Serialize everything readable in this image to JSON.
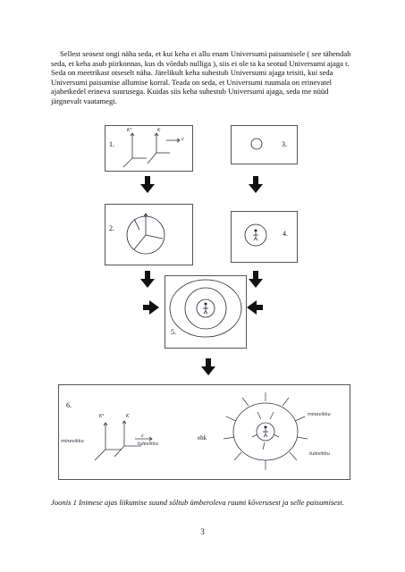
{
  "paragraph": "Sellest seosest ongi näha seda, et kui keha ei allu enam Universumi paisumisele ( see tähendab seda, et keha asub piirkonnas, kus ds võrdub nulliga ), siis ei ole ta ka seotud Universumi ajaga t. Seda on meetrikast otseselt näha. Järelikult keha suhestub Universumi ajaga teisiti, kui seda Universumi paisumise allumise korral. Teada on seda, et Universumi ruumala on erinevatel ajahetkedel erineva suurusega. Kuidas siis keha suhestub Universumi ajaga, seda me nüüd järgnevalt vaatamegi.",
  "figure": {
    "panel_numbers": [
      "1.",
      "3.",
      "2.",
      "4.",
      "5.",
      "6."
    ],
    "axis_labels": {
      "k1": "K¹",
      "k": "K",
      "c": "c"
    },
    "ehk": "ehk",
    "handwritten": {
      "minevikku_left": "minevikku",
      "tulevikku_left": "tulevikku",
      "minevikku_right": "minevikku",
      "tulevikku_right": "tulevikku"
    }
  },
  "caption": "Joonis 1 Inimese ajas liikumise suund sõltub ümberoleva ruumi kõverusest ja selle paisumisest.",
  "page_number": "3"
}
